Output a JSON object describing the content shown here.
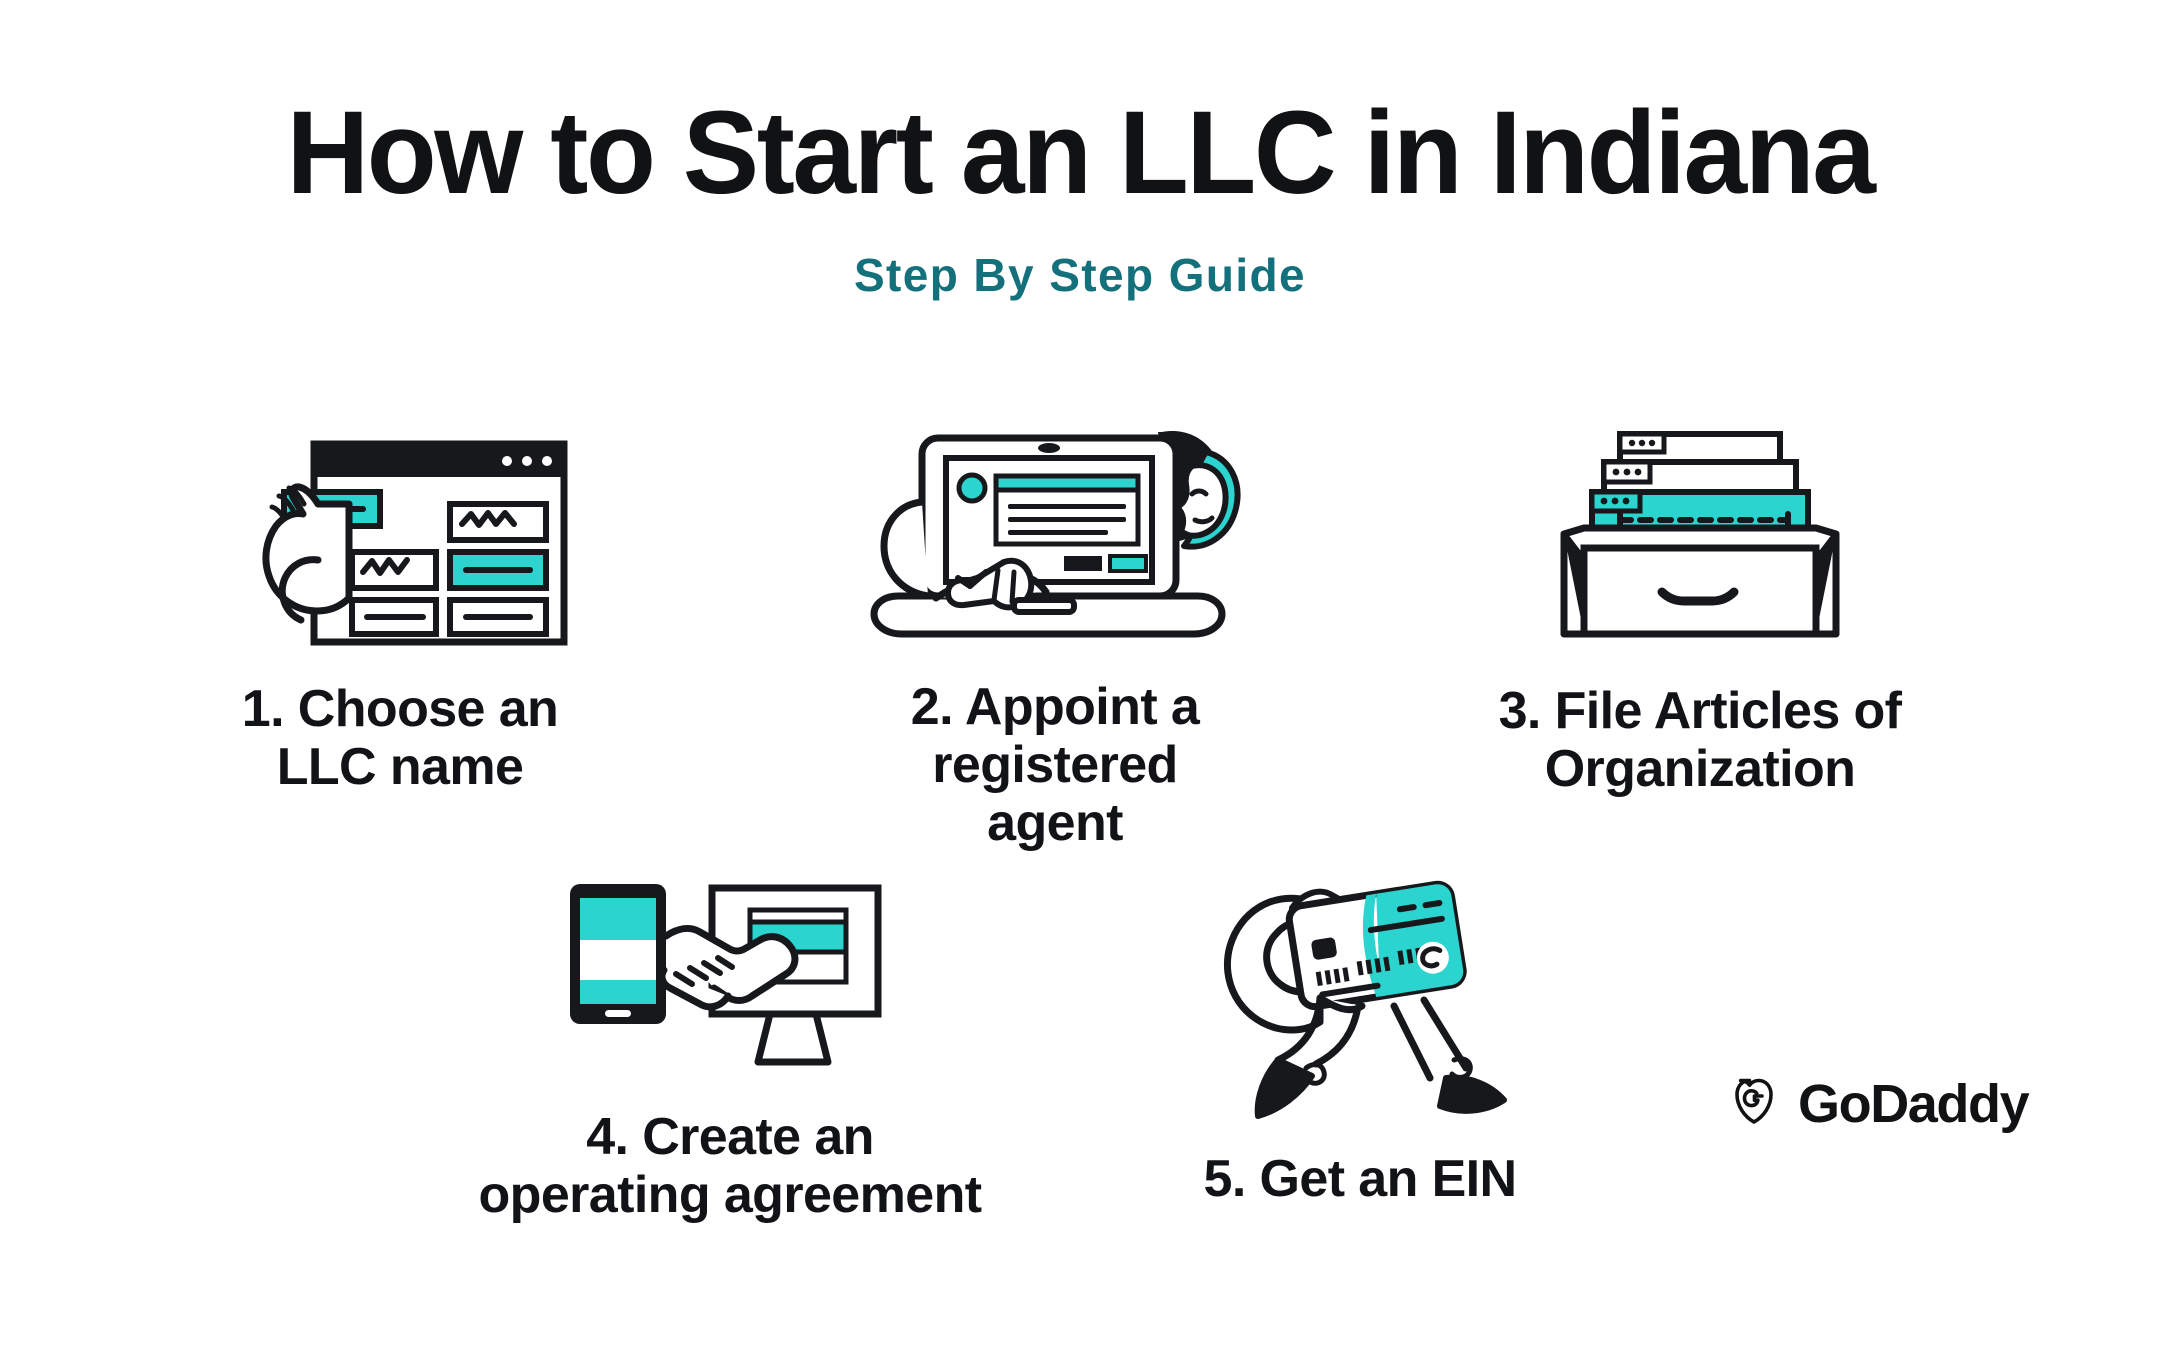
{
  "header": {
    "title": "How to Start an LLC in Indiana",
    "subtitle": "Step By Step Guide"
  },
  "colors": {
    "background": "#ffffff",
    "ink": "#111214",
    "accent_teal": "#2BD4CE",
    "subtitle_teal": "#14707B"
  },
  "steps": [
    {
      "number": "1",
      "label": "1. Choose an\nLLC name",
      "illustration": "browser-window-hand-pointing-icon"
    },
    {
      "number": "2",
      "label": "2. Appoint a\nregistered\nagent",
      "illustration": "laptop-person-typing-icon"
    },
    {
      "number": "3",
      "label": "3. File Articles of\nOrganization",
      "illustration": "filing-drawer-documents-icon"
    },
    {
      "number": "4",
      "label": "4. Create an\noperating agreement",
      "illustration": "handshake-phone-monitor-icon"
    },
    {
      "number": "5",
      "label": "5. Get an EIN",
      "illustration": "walking-credit-card-icon"
    }
  ],
  "brand": {
    "name": "GoDaddy",
    "mark": "godaddy-heart-logo-icon"
  }
}
